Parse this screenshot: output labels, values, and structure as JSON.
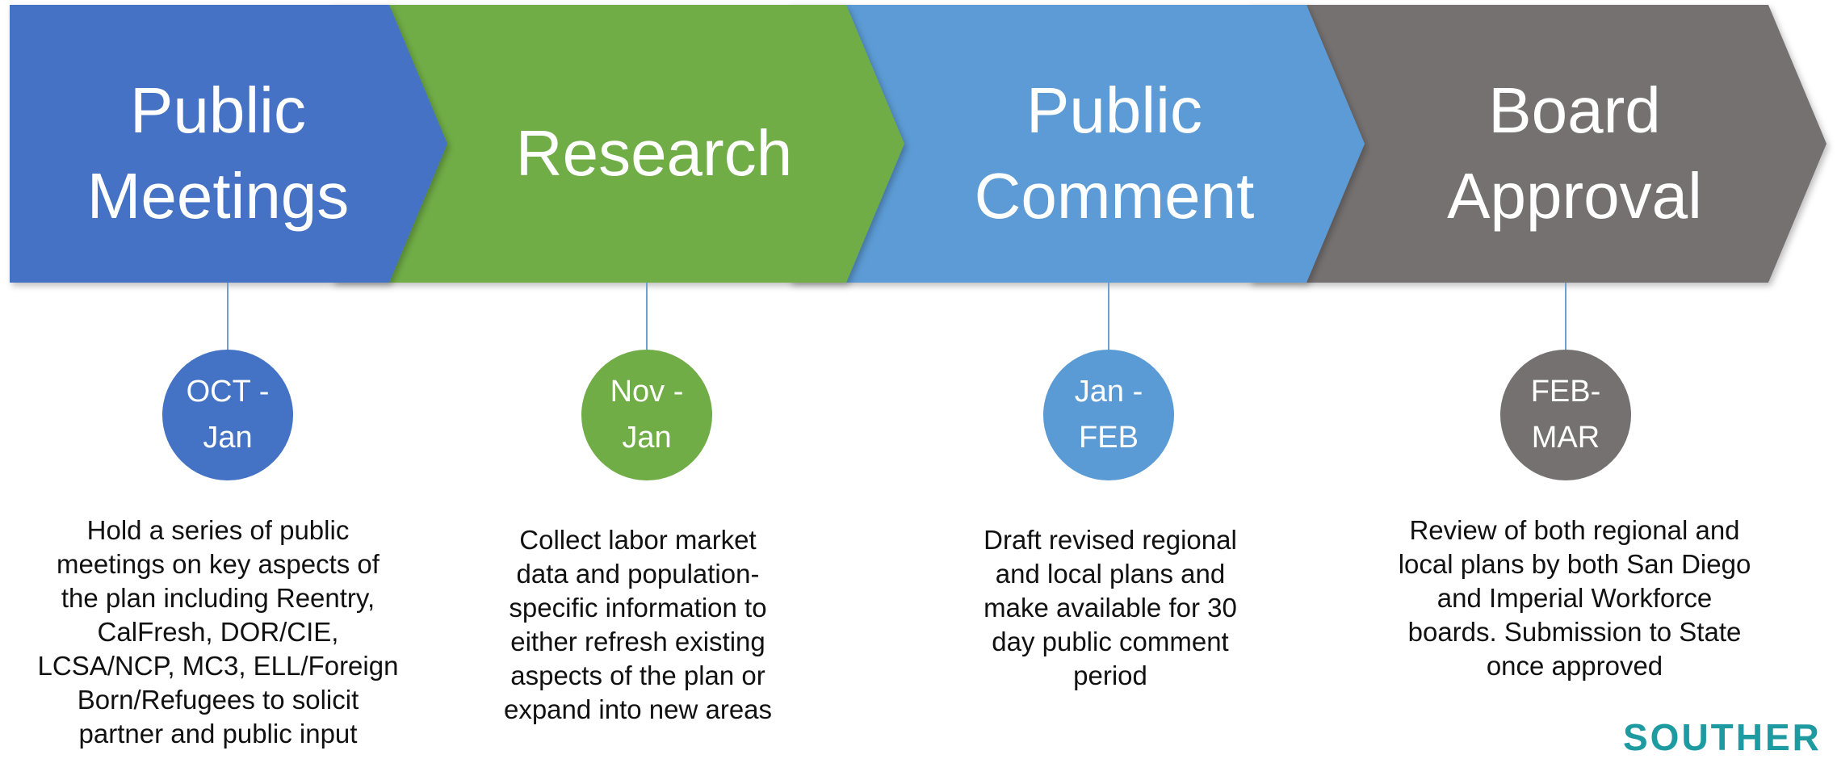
{
  "stages": [
    {
      "title": "Public\nMeetings",
      "date": "OCT -\nJan",
      "description": "Hold a series of public\nmeetings on key aspects of\nthe plan including Reentry,\nCalFresh, DOR/CIE,\nLCSA/NCP, MC3, ELL/Foreign\nBorn/Refugees to solicit\npartner and public input",
      "color": "#4472c4"
    },
    {
      "title": "Research",
      "date": "Nov -\nJan",
      "description": "Collect labor market\ndata and population-\nspecific information to\neither refresh existing\naspects of the plan or\nexpand into new areas",
      "color": "#70ad47"
    },
    {
      "title": "Public\nComment",
      "date": "Jan -\nFEB",
      "description": "Draft revised regional\nand local plans and\nmake available for 30\nday public comment\nperiod",
      "color": "#5b9bd5"
    },
    {
      "title": "Board\nApproval",
      "date": "FEB-\nMAR",
      "description": "Review of both regional and\nlocal plans by both San Diego\nand Imperial Workforce\nboards.  Submission to State\nonce approved",
      "color": "#767171"
    }
  ],
  "logo": {
    "text": "SOUTHER"
  }
}
